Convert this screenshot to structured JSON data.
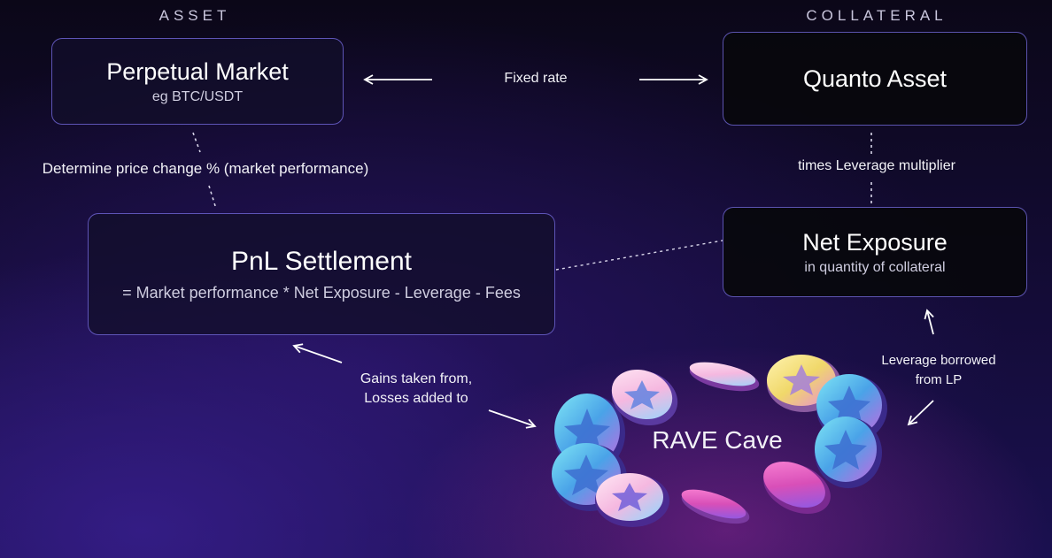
{
  "headings": {
    "asset": "ASSET",
    "collateral": "COLLATERAL"
  },
  "perpetual_market": {
    "title": "Perpetual Market",
    "subtitle": "eg BTC/USDT"
  },
  "quanto_asset": {
    "title": "Quanto Asset"
  },
  "pnl_settlement": {
    "title": "PnL Settlement",
    "formula": "= Market performance * Net Exposure - Leverage - Fees"
  },
  "net_exposure": {
    "title": "Net Exposure",
    "subtitle": "in quantity of collateral"
  },
  "labels": {
    "fixed_rate": "Fixed rate",
    "determine_price": "Determine price change % (market performance)",
    "times_leverage": "times Leverage multiplier",
    "gains_line1": "Gains taken from,",
    "gains_line2": "Losses added to",
    "leverage_line1": "Leverage borrowed",
    "leverage_line2": "from LP",
    "rave_cave": "RAVE Cave"
  },
  "colors": {
    "border": "#7a6ee6",
    "coin_cyan": "#5fd8f0",
    "coin_pink": "#f06bc8",
    "coin_gold": "#f3e38a"
  }
}
